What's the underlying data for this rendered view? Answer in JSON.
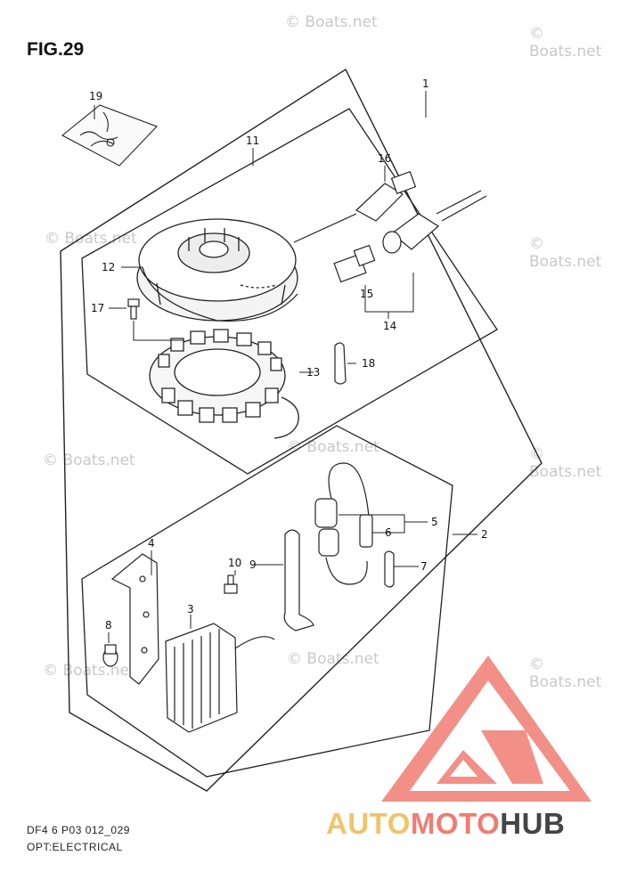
{
  "figure_title": "FIG.29",
  "footer": {
    "code": "DF4 6 P03 012_029",
    "section": "OPT:ELECTRICAL"
  },
  "watermark_text": "© Boats.net",
  "brand": {
    "part1": "AUTO",
    "part2": "MOTO",
    "part3": "HUB"
  },
  "callouts": {
    "c1": "1",
    "c2": "2",
    "c3": "3",
    "c4": "4",
    "c5": "5",
    "c6": "6",
    "c7": "7",
    "c8": "8",
    "c9": "9",
    "c10": "10",
    "c11": "11",
    "c12": "12",
    "c13": "13",
    "c14": "14",
    "c15": "15",
    "c16": "16",
    "c17": "17",
    "c18": "18",
    "c19": "19"
  },
  "colors": {
    "line": "#222222",
    "logo_red": "#f07c72",
    "logo_yellow": "#f2c36b",
    "watermark": "#c9c9c9"
  }
}
